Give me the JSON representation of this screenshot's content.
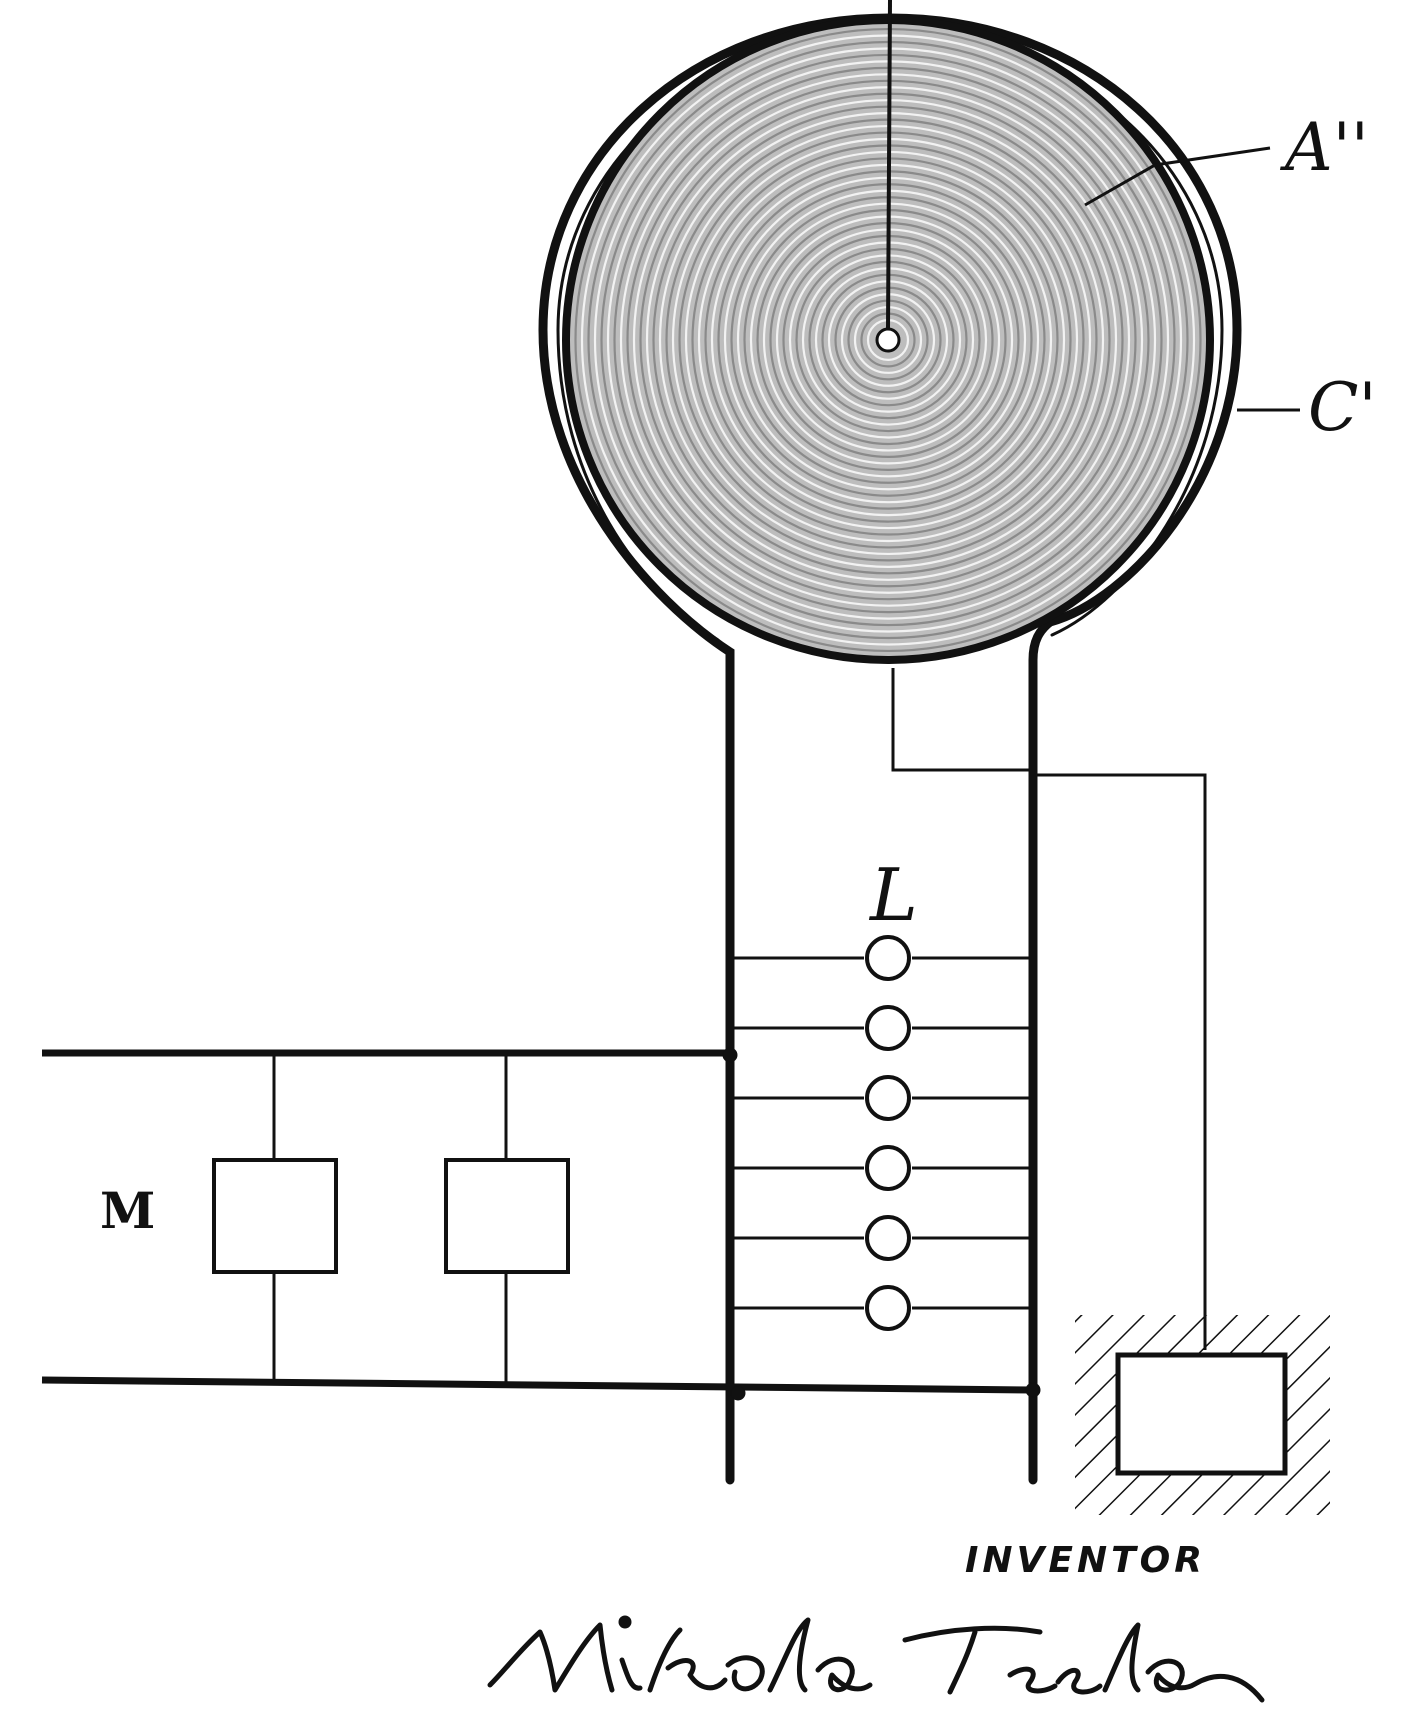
{
  "labels": {
    "top_coil": "A''",
    "outer_conductor": "C'",
    "lamps": "L",
    "motors": "M",
    "caption": "INVENTOR"
  },
  "signature": {
    "text": "Nikola Tesla"
  },
  "lamp_count": 6,
  "motor_count": 2,
  "colors": {
    "ink": "#111111",
    "coil_fill": "#bdbdbd",
    "background": "#ffffff"
  }
}
